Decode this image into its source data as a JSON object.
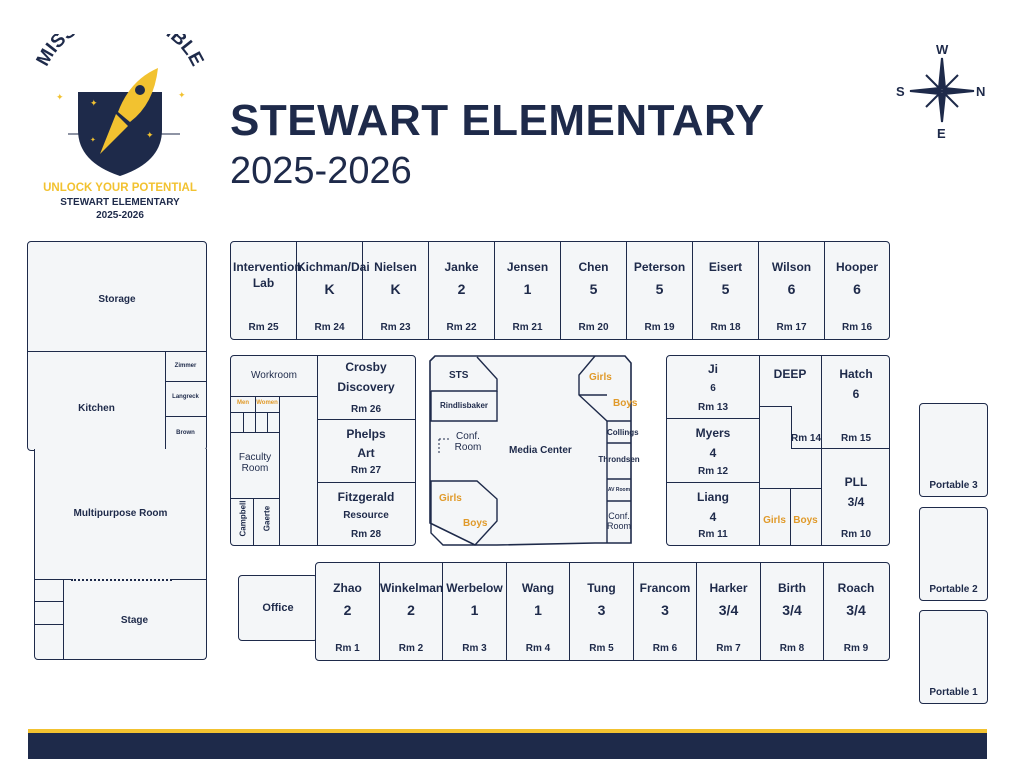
{
  "logo": {
    "arc": "MISSION POSSIBLE",
    "tagline": "UNLOCK YOUR POTENTIAL",
    "school": "STEWART ELEMENTARY",
    "year": "2025-2026"
  },
  "header": {
    "title": "STEWART ELEMENTARY",
    "year": "2025-2026"
  },
  "compass": {
    "w": "W",
    "n": "N",
    "e": "E",
    "s": "S"
  },
  "colors": {
    "navy": "#1e2a4a",
    "gold": "#f2c230",
    "orange": "#e09a2a"
  },
  "left_block": {
    "storage": "Storage",
    "kitchen": "Kitchen",
    "zimmer": "Zimmer",
    "langreck": "Langreck",
    "brown": "Brown",
    "multipurpose": "Multipurpose Room",
    "stage": "Stage"
  },
  "top_rooms": [
    {
      "name": "Intervention Lab",
      "grade": "",
      "room": "Rm 25"
    },
    {
      "name": "Kichman/Dai",
      "grade": "K",
      "room": "Rm 24"
    },
    {
      "name": "Nielsen",
      "grade": "K",
      "room": "Rm 23"
    },
    {
      "name": "Janke",
      "grade": "2",
      "room": "Rm 22"
    },
    {
      "name": "Jensen",
      "grade": "1",
      "room": "Rm 21"
    },
    {
      "name": "Chen",
      "grade": "5",
      "room": "Rm 20"
    },
    {
      "name": "Peterson",
      "grade": "5",
      "room": "Rm 19"
    },
    {
      "name": "Eisert",
      "grade": "5",
      "room": "Rm 18"
    },
    {
      "name": "Wilson",
      "grade": "6",
      "room": "Rm 17"
    },
    {
      "name": "Hooper",
      "grade": "6",
      "room": "Rm 16"
    }
  ],
  "left_mid": {
    "workroom": "Workroom",
    "men": "Men",
    "women": "Women",
    "faculty": "Faculty Room",
    "campbell": "Campbell",
    "gaerte": "Gaerte",
    "crosby": "Crosby",
    "discovery": "Discovery",
    "rm26": "Rm 26",
    "phelps": "Phelps",
    "art": "Art",
    "rm27": "Rm 27",
    "fitzgerald": "Fitzgerald",
    "resource": "Resource",
    "rm28": "Rm 28"
  },
  "media": {
    "sts": "STS",
    "rindlisbaker": "Rindlisbaker",
    "conf": "Conf. Room",
    "media_center": "Media Center",
    "girls_top": "Girls",
    "boys_top": "Boys",
    "collings": "Collings",
    "throndsen": "Throndsen",
    "av": "AV Room",
    "conf2": "Conf. Room",
    "girls_bot": "Girls",
    "boys_bot": "Boys"
  },
  "right_mid": {
    "ji": "Ji",
    "ji_g": "6",
    "rm13": "Rm 13",
    "myers": "Myers",
    "myers_g": "4",
    "rm12": "Rm 12",
    "liang": "Liang",
    "liang_g": "4",
    "rm11": "Rm 11",
    "deep": "DEEP",
    "rm14": "Rm 14",
    "hatch": "Hatch",
    "hatch_g": "6",
    "rm15": "Rm 15",
    "pll": "PLL",
    "pll_g": "3/4",
    "rm10": "Rm 10",
    "girls": "Girls",
    "boys": "Boys"
  },
  "office": "Office",
  "bottom_rooms": [
    {
      "name": "Zhao",
      "grade": "2",
      "room": "Rm 1"
    },
    {
      "name": "Winkelman",
      "grade": "2",
      "room": "Rm 2"
    },
    {
      "name": "Werbelow",
      "grade": "1",
      "room": "Rm 3"
    },
    {
      "name": "Wang",
      "grade": "1",
      "room": "Rm 4"
    },
    {
      "name": "Tung",
      "grade": "3",
      "room": "Rm 5"
    },
    {
      "name": "Francom",
      "grade": "3",
      "room": "Rm 6"
    },
    {
      "name": "Harker",
      "grade": "3/4",
      "room": "Rm 7"
    },
    {
      "name": "Birth",
      "grade": "3/4",
      "room": "Rm 8"
    },
    {
      "name": "Roach",
      "grade": "3/4",
      "room": "Rm 9"
    }
  ],
  "portables": {
    "p3": "Portable 3",
    "p2": "Portable 2",
    "p1": "Portable 1"
  }
}
